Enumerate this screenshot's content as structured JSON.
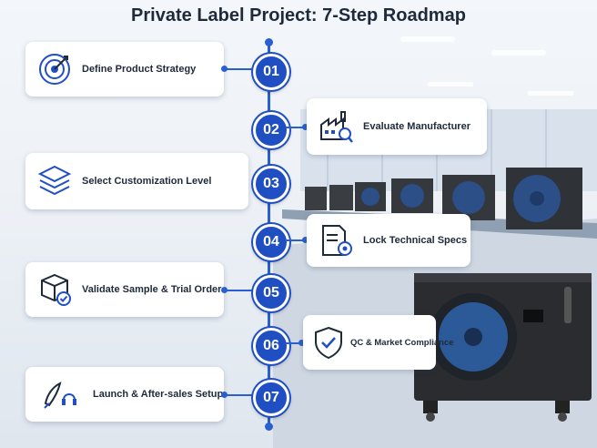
{
  "title": "Private Label Project: 7-Step Roadmap",
  "steps": [
    {
      "number": "01",
      "label": "Define Product Strategy",
      "icon": "target-icon"
    },
    {
      "number": "02",
      "label": "Evaluate Manufacturer",
      "icon": "factory-search-icon"
    },
    {
      "number": "03",
      "label": "Select Customization Level",
      "icon": "layers-icon"
    },
    {
      "number": "04",
      "label": "Lock Technical Specs",
      "icon": "document-gear-icon"
    },
    {
      "number": "05",
      "label": "Validate Sample & Trial Order",
      "icon": "box-check-icon"
    },
    {
      "number": "06",
      "label": "QC & Market Compliance",
      "icon": "shield-check-icon"
    },
    {
      "number": "07",
      "label": "Launch & After-sales Setup",
      "icon": "rocket-headset-icon"
    }
  ],
  "colors": {
    "accent": "#1f4fc2",
    "text": "#1e2a3a",
    "card": "#ffffff"
  }
}
